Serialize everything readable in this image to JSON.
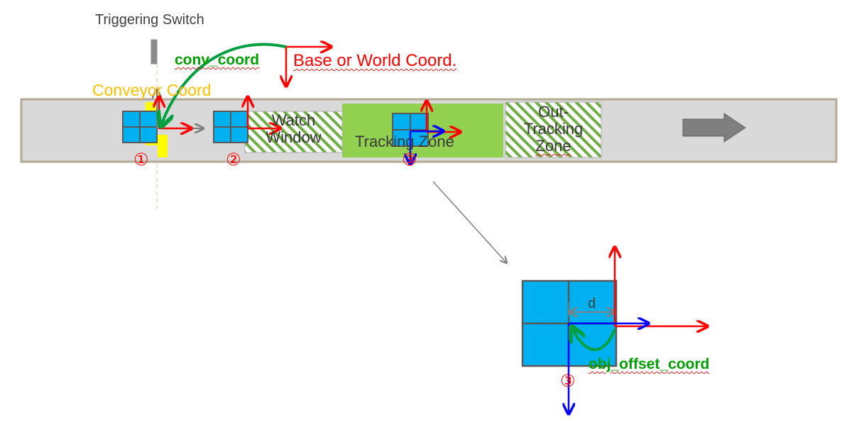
{
  "colors": {
    "conveyor_fill": "#d9d9d9",
    "conveyor_border": "#b2a996",
    "tracking_zone": "#92d050",
    "hatch": "#70ad47",
    "object_fill": "#00b0f0",
    "object_stroke": "#595959",
    "red_axis": "#ff0000",
    "blue_axis": "#0000ff",
    "green_arc": "#00a040",
    "label_green": "#00a000",
    "label_yellow": "#ffc000",
    "label_red": "#ff0000",
    "trigger_gray": "#7f7f7f",
    "yellow_marker": "#ffff00"
  },
  "labels": {
    "triggering_switch": "Triggering Switch",
    "conv_coord": "conv_coord",
    "base_world_coord": "Base or World Coord.",
    "conveyor_coord": "Conveyor Coord",
    "obj_offset_coord": "obj_offset_coord",
    "distance": "d"
  },
  "zones": {
    "watch_window": {
      "line1": "Watch",
      "line2": "Window"
    },
    "tracking_zone": "Tracking Zone",
    "out_tracking_zone": {
      "line1": "Out-",
      "line2": "Tracking",
      "line3": "Zone"
    }
  },
  "markers": {
    "position_1": "①",
    "position_2": "②",
    "position_3": "③",
    "detail_position": "③"
  },
  "icons": {
    "direction": "right-arrow-icon"
  }
}
